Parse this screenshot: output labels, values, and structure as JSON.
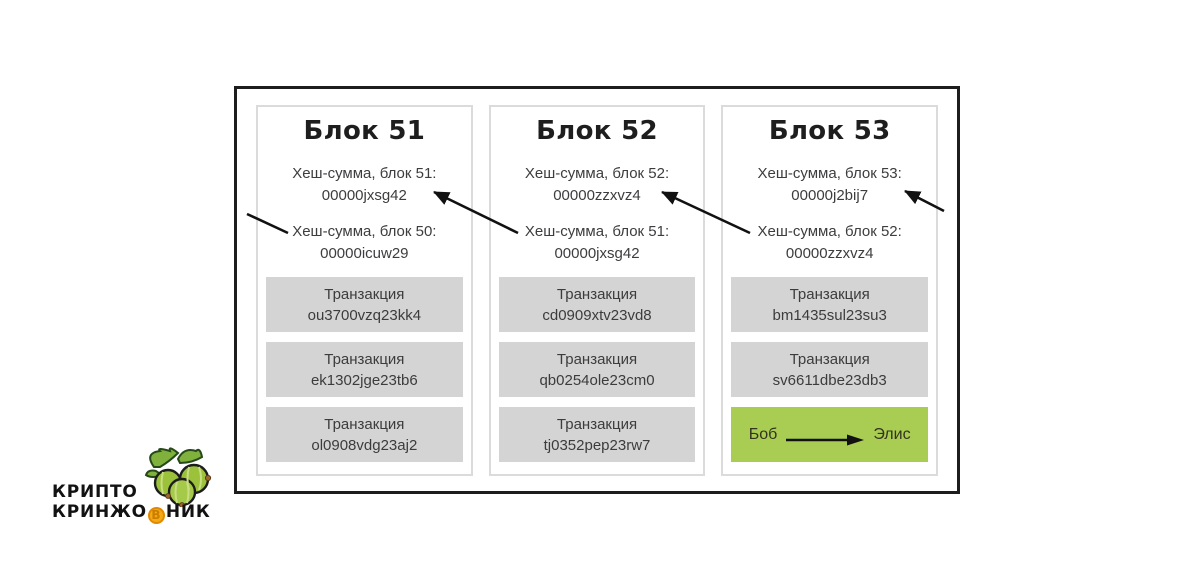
{
  "colors": {
    "frame_border": "#1d1d1d",
    "card_border": "#dbdbdb",
    "transaction_bg": "#d4d4d4",
    "highlight_green": "#a9cd52",
    "coin_gold": "#f5a914",
    "title_text": "#1e1e1e",
    "body_text": "#3d3d3f"
  },
  "blocks": [
    {
      "title": "Блок 51",
      "own_hash_label": "Хеш-сумма, блок 51:",
      "own_hash": "00000jxsg42",
      "prev_hash_label": "Хеш-сумма, блок 50:",
      "prev_hash": "00000icuw29",
      "transactions": [
        {
          "label": "Транзакция",
          "id": "ou3700vzq23kk4"
        },
        {
          "label": "Транзакция",
          "id": "ek1302jge23tb6"
        },
        {
          "label": "Транзакция",
          "id": "ol0908vdg23aj2"
        }
      ]
    },
    {
      "title": "Блок 52",
      "own_hash_label": "Хеш-сумма, блок 52:",
      "own_hash": "00000zzxvz4",
      "prev_hash_label": "Хеш-сумма, блок 51:",
      "prev_hash": "00000jxsg42",
      "transactions": [
        {
          "label": "Транзакция",
          "id": "cd0909xtv23vd8"
        },
        {
          "label": "Транзакция",
          "id": "qb0254ole23cm0"
        },
        {
          "label": "Транзакция",
          "id": "tj0352pep23rw7"
        }
      ]
    },
    {
      "title": "Блок 53",
      "own_hash_label": "Хеш-сумма, блок 53:",
      "own_hash": "00000j2bij7",
      "prev_hash_label": "Хеш-сумма, блок 52:",
      "prev_hash": "00000zzxvz4",
      "transactions": [
        {
          "label": "Транзакция",
          "id": "bm1435sul23su3"
        },
        {
          "label": "Транзакция",
          "id": "sv6611dbe23db3"
        }
      ],
      "transfer": {
        "from": "Боб",
        "to": "Элис"
      }
    }
  ],
  "logo": {
    "line1": "КРИПТО",
    "line2_pre": "КРИНЖО",
    "coin_char": "В",
    "line2_post": "НИК"
  }
}
